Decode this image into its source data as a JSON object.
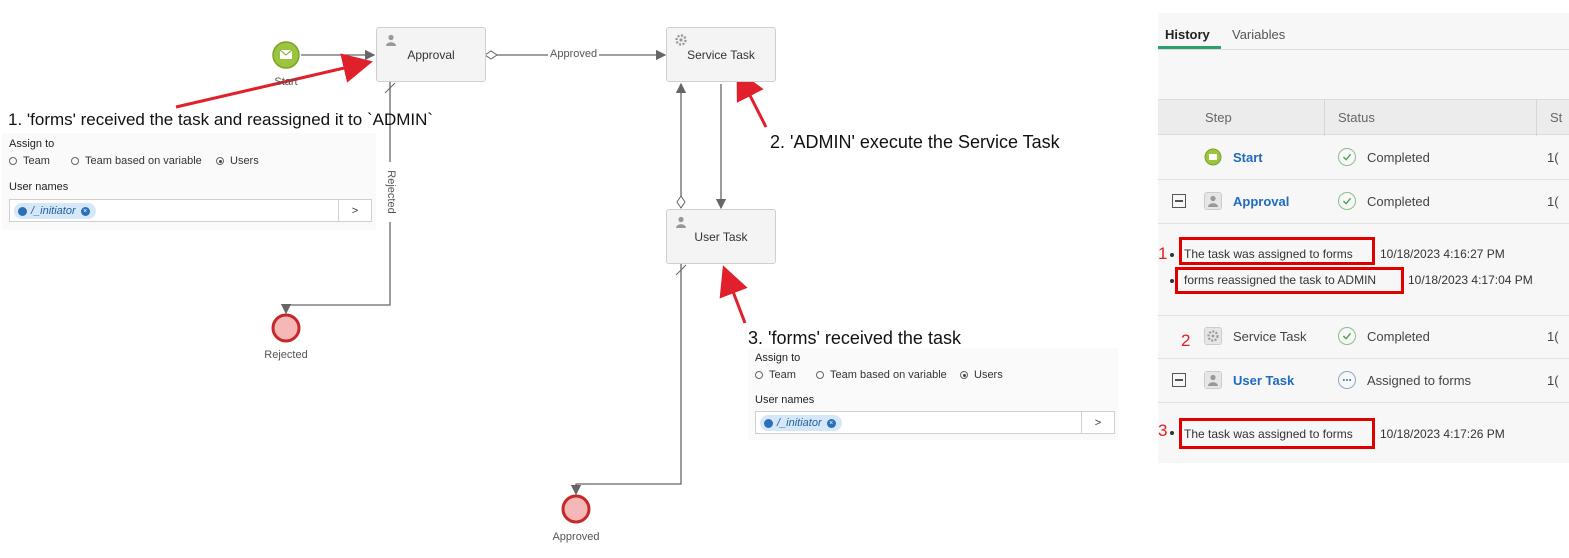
{
  "diagram": {
    "nodes": {
      "approval": "Approval",
      "service_task": "Service Task",
      "user_task": "User Task"
    },
    "events": {
      "start": "Start",
      "rejected": "Rejected",
      "approved_end": "Approved"
    },
    "edges": {
      "approved": "Approved",
      "rejected": "Rejected"
    }
  },
  "annotations": {
    "note1": "1.   'forms' received the task and reassigned it to `ADMIN`",
    "note2": "2.   'ADMIN' execute the Service Task",
    "note3": "3.   'forms' received the task"
  },
  "assign_panel": {
    "title": "Assign to",
    "options": [
      "Team",
      "Team based on variable",
      "Users"
    ],
    "selected": "Users",
    "user_names_label": "User names",
    "chip": "/_initiator",
    "arrow": ">"
  },
  "history": {
    "tabs": [
      "History",
      "Variables"
    ],
    "active_tab": "History",
    "columns": [
      "Step",
      "Status",
      "St"
    ],
    "rows": [
      {
        "step": "Start",
        "status": "Completed",
        "clip": "1("
      },
      {
        "step": "Approval",
        "status": "Completed",
        "clip": "1("
      },
      {
        "step": "Service Task",
        "status": "Completed",
        "clip": "1("
      },
      {
        "step": "User Task",
        "status": "Assigned to forms",
        "clip": "1("
      }
    ],
    "approval_details": [
      {
        "text": "The task was assigned to forms",
        "time": "10/18/2023 4:16:27 PM"
      },
      {
        "text": "forms reassigned the task to ADMIN",
        "time": "10/18/2023 4:17:04 PM"
      }
    ],
    "user_task_details": [
      {
        "text": "The task was assigned to forms",
        "time": "10/18/2023 4:17:26 PM"
      }
    ],
    "markers": [
      "1",
      "2",
      "3"
    ]
  },
  "colors": {
    "arrow_red": "#e0202a",
    "box_red": "#e00000",
    "start_green": "#9bc43f",
    "end_fill": "#f6b7b7",
    "end_stroke": "#c62828",
    "link_blue": "#1f6bc0"
  }
}
